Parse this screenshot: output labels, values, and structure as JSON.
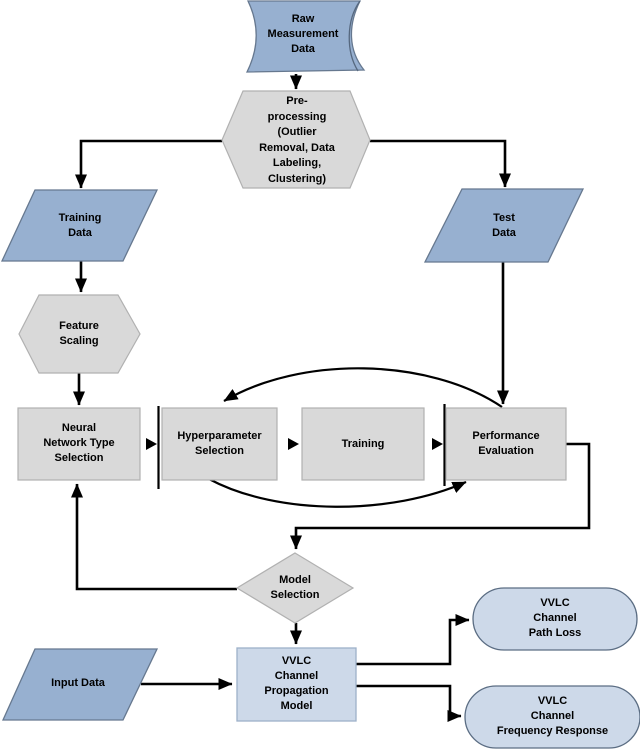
{
  "colors": {
    "blue_fill": "#97b0d0",
    "light_blue_fill": "#cdd9e9",
    "gray_fill": "#d9d9d9",
    "arrow_color": "#000000"
  },
  "nodes": {
    "raw_measurement_data": {
      "shape": "flag",
      "label_lines": [
        "Raw",
        "Measurement",
        "Data"
      ]
    },
    "preprocessing": {
      "shape": "hexagon",
      "label_lines": [
        "Pre-",
        "processing",
        "(Outlier",
        "Removal, Data",
        "Labeling,",
        "Clustering)"
      ]
    },
    "training_data": {
      "shape": "parallelogram",
      "label_lines": [
        "Training",
        "Data"
      ]
    },
    "test_data": {
      "shape": "parallelogram",
      "label_lines": [
        "Test",
        "Data"
      ]
    },
    "feature_scaling": {
      "shape": "hexagon",
      "label_lines": [
        "Feature",
        "Scaling"
      ]
    },
    "neural_network_type_selection": {
      "shape": "rect",
      "label_lines": [
        "Neural",
        "Network Type",
        "Selection"
      ]
    },
    "hyperparameter_selection": {
      "shape": "rect",
      "label_lines": [
        "Hyperparameter",
        "Selection"
      ]
    },
    "training": {
      "shape": "rect",
      "label_lines": [
        "Training"
      ]
    },
    "performance_evaluation": {
      "shape": "rect",
      "label_lines": [
        "Performance",
        "Evaluation"
      ]
    },
    "model_selection": {
      "shape": "diamond",
      "label_lines": [
        "Model",
        "Selection"
      ]
    },
    "vvlc_channel_propagation_model": {
      "shape": "rect",
      "label_lines": [
        "VVLC",
        "Channel",
        "Propagation",
        "Model"
      ]
    },
    "input_data": {
      "shape": "parallelogram",
      "label_lines": [
        "Input Data"
      ]
    },
    "vvlc_channel_path_loss": {
      "shape": "stadium",
      "label_lines": [
        "VVLC",
        "Channel",
        "Path Loss"
      ]
    },
    "vvlc_channel_frequency_response": {
      "shape": "stadium",
      "label_lines": [
        "VVLC",
        "Channel",
        "Frequency Response"
      ]
    }
  },
  "edges": [
    {
      "from": "raw_measurement_data",
      "to": "preprocessing"
    },
    {
      "from": "preprocessing",
      "to": "training_data"
    },
    {
      "from": "preprocessing",
      "to": "test_data"
    },
    {
      "from": "training_data",
      "to": "feature_scaling"
    },
    {
      "from": "feature_scaling",
      "to": "neural_network_type_selection"
    },
    {
      "from": "neural_network_type_selection",
      "to": "hyperparameter_selection"
    },
    {
      "from": "hyperparameter_selection",
      "to": "training"
    },
    {
      "from": "training",
      "to": "performance_evaluation"
    },
    {
      "from": "test_data",
      "to": "performance_evaluation"
    },
    {
      "from": "performance_evaluation",
      "to": "hyperparameter_selection"
    },
    {
      "from": "hyperparameter_selection",
      "to": "performance_evaluation"
    },
    {
      "from": "performance_evaluation",
      "to": "model_selection"
    },
    {
      "from": "model_selection",
      "to": "neural_network_type_selection"
    },
    {
      "from": "model_selection",
      "to": "vvlc_channel_propagation_model"
    },
    {
      "from": "input_data",
      "to": "vvlc_channel_propagation_model"
    },
    {
      "from": "vvlc_channel_propagation_model",
      "to": "vvlc_channel_path_loss"
    },
    {
      "from": "vvlc_channel_propagation_model",
      "to": "vvlc_channel_frequency_response"
    }
  ]
}
